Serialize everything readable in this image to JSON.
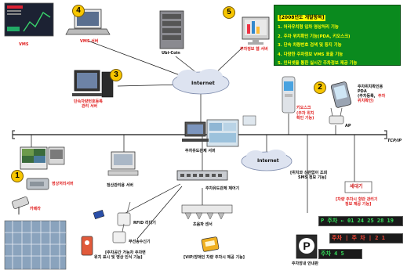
{
  "colors": {
    "label_red": "#e02020",
    "label_black": "#111111",
    "features_bg": "#0a8a1e",
    "features_text": "#ffff00",
    "badge_fill": "#f7c600",
    "network_line": "#111111",
    "cloud_fill": "#dde3f0"
  },
  "badges": [
    "1",
    "2",
    "3",
    "4",
    "5"
  ],
  "features": {
    "title": "[2008년도 개발항목]",
    "items": [
      "1. 어라우치형 입차 영상처리 기능",
      "2. 주차 위치확인 기능(PDA, 키오스크)",
      "3. 단속 차량번호 검색 및 등지 기능",
      "4. 다양한 주차정보 VMS 표출 기능",
      "5. 인터넷을 통한 실시간 주차정보 제공 기능"
    ]
  },
  "labels": {
    "vms": "VMS",
    "vms_server": "VMS 서버",
    "ubi_coin": "Ubi-Coin",
    "parking_web_server": "주차정보 웹 서버",
    "enforcement_server": "단속차량번호등록",
    "enforcement_server_2": "관리 서버",
    "internet_top": "Internet",
    "kiosk": "키오스크",
    "kiosk_note_1": "(주차 위치",
    "kiosk_note_2": "확인 기능)",
    "pda": "주차위치확인용",
    "pda_2": "PDA",
    "pda_note_1": "(주차등록,",
    "pda_note_highlight": "주차",
    "pda_note_2": "위치확인)",
    "ap": "AP",
    "tcpip": "TCP/IP",
    "guidance_server": "주차유도관제 서버",
    "internet_mid": "Internet",
    "sms_note_1": "[위치와 상관없이 조회",
    "sms_note_2": "SMS 정보 기능]",
    "kiosk_right": "세대기",
    "vehicle_note_1": "[차량 주차시 향관 관리기",
    "vehicle_note_2": "정보 제공 기능]",
    "image_server": "영상처리서버",
    "cctv": "카메라",
    "parking_mgmt_server": "정산관리용 서버",
    "guidance_controller": "주차유도관제 제어기",
    "rfid_reader": "RFID 리더기",
    "wireless_tx": "무선송수신기",
    "sensor": "초음파 센서",
    "parking_note_1": "[주차공간 가능차 주차면",
    "parking_note_2": "위치 표시 및 영상 인식 기능]",
    "vip_note": "[VIP/장애인 차량 주차시 제공 기능]",
    "guidance_sign": "주차장내 안내판"
  },
  "signs": {
    "row1": "P 주차 ← 01 24 25 28 19",
    "row2": "주차 | 주 차 | 2 1",
    "row3": "주차 4 5"
  }
}
